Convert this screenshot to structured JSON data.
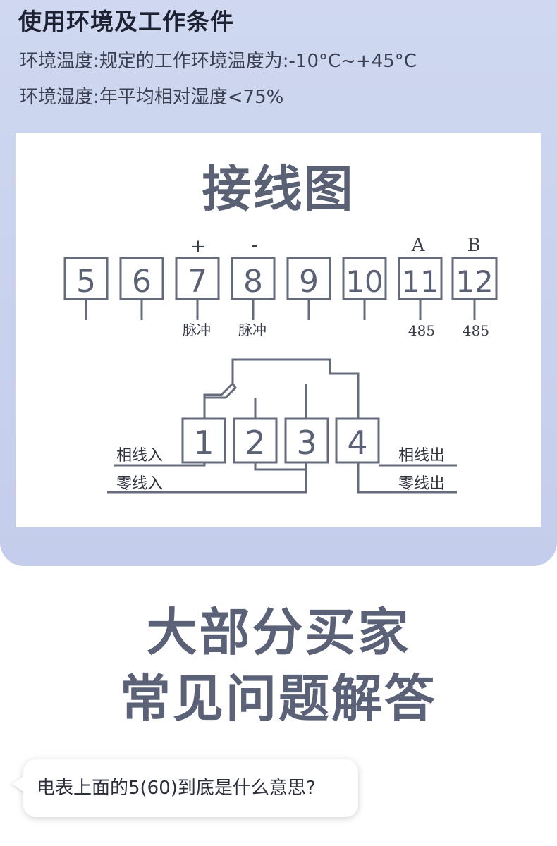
{
  "header": {
    "title": "使用环境及工作条件",
    "ambient_temp": "环境温度:规定的工作环境温度为:-10°C~+45°C",
    "ambient_humidity": "环境湿度:年平均相对湿度<75%"
  },
  "diagram": {
    "title": "接线图",
    "top_terminals": [
      "5",
      "6",
      "7",
      "8",
      "9",
      "10",
      "11",
      "12"
    ],
    "top_marks": {
      "t7": "+",
      "t8": "-",
      "t11": "A",
      "t12": "B"
    },
    "bottom_labels": {
      "t7": "脉冲",
      "t8": "脉冲",
      "t11": "485",
      "t12": "485"
    },
    "bottom_terminals": [
      "1",
      "2",
      "3",
      "4"
    ],
    "wire_labels": {
      "phase_in": "相线入",
      "neutral_in": "零线入",
      "phase_out": "相线出",
      "neutral_out": "零线出"
    }
  },
  "faq": {
    "title_line1": "大部分买家",
    "title_line2": "常见问题解答",
    "question": "电表上面的5(60)到底是什么意思?"
  }
}
